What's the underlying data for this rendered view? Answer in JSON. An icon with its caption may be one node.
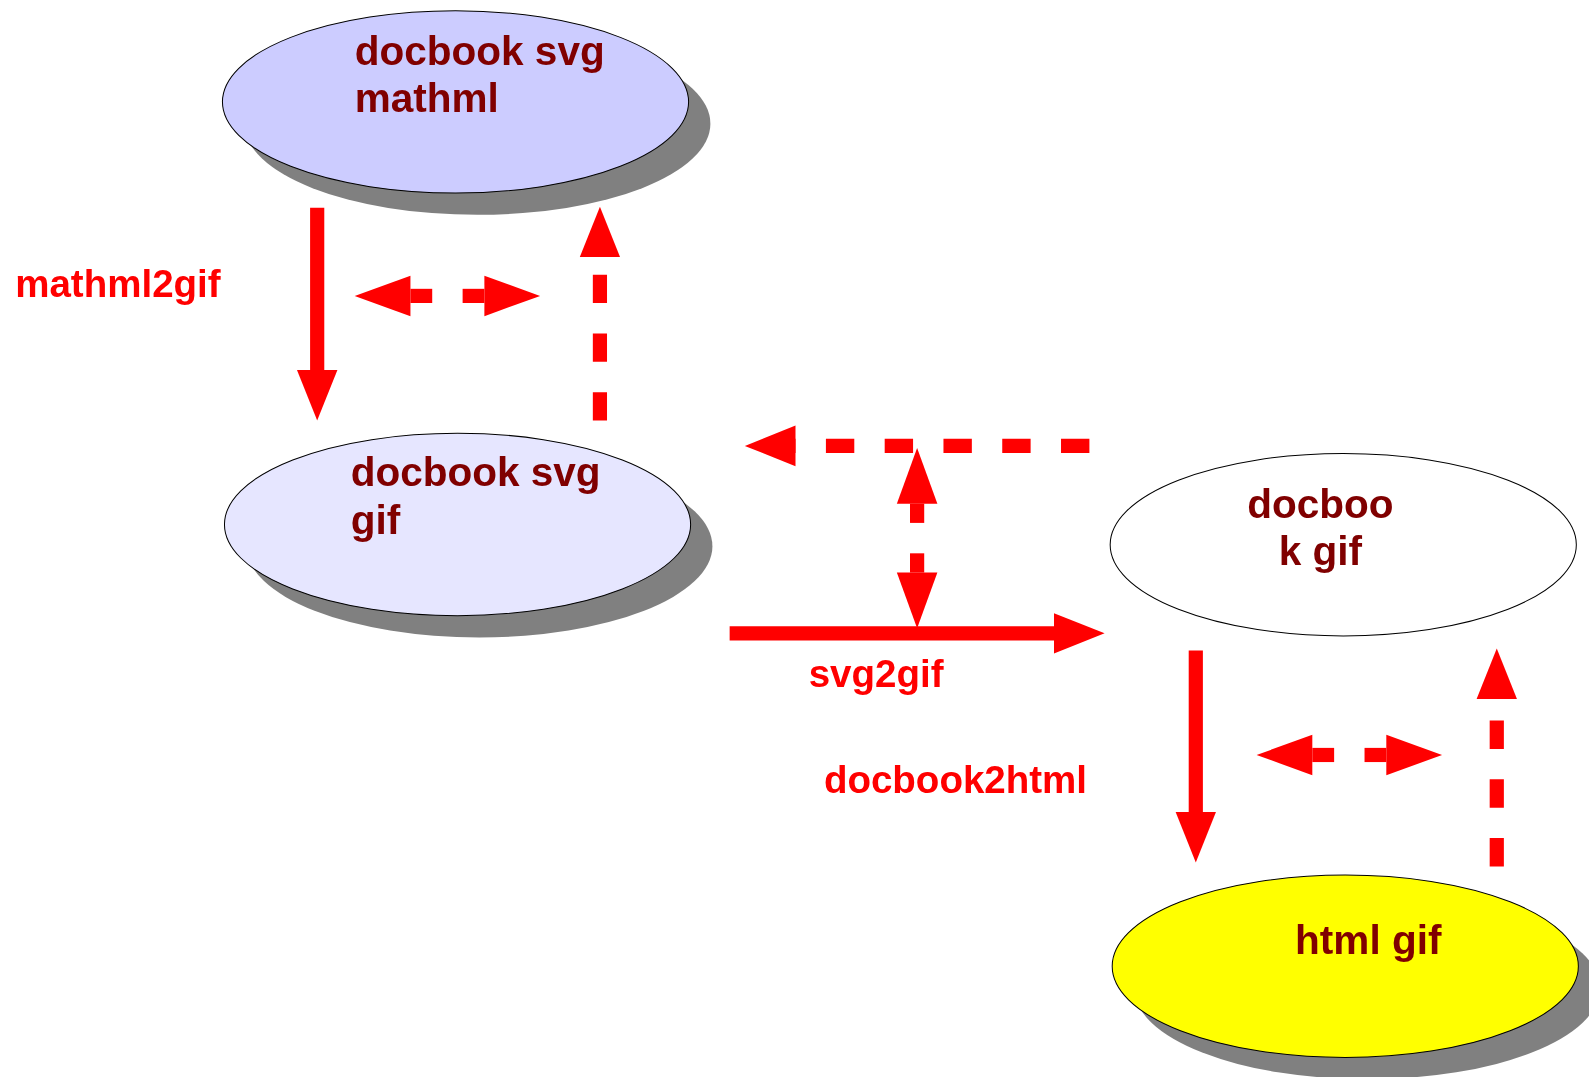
{
  "diagram": {
    "nodes": [
      {
        "text": [
          "docbook svg mathml"
        ]
      },
      {
        "text": [
          "docbook svg gif"
        ]
      },
      {
        "text": [
          "docboo k gif"
        ]
      },
      {
        "text": [
          "html gif"
        ]
      }
    ],
    "edges": [
      {
        "from": 0,
        "to": 1,
        "arrow": "to",
        "label": "mathml2gif"
      },
      {
        "from": 1,
        "to": 0,
        "arrow": "to",
        "style": "dashed"
      },
      {
        "from": 1,
        "to": 2,
        "arrow": "to",
        "label": "svg2gif"
      },
      {
        "from": 2,
        "to": 1,
        "arrow": "to",
        "style": "dashed"
      },
      {
        "from": 2,
        "to": 3,
        "arrow": "to",
        "label": "docbook2html"
      },
      {
        "from": 3,
        "to": 2,
        "arrow": "to",
        "style": "dashed"
      }
    ]
  }
}
